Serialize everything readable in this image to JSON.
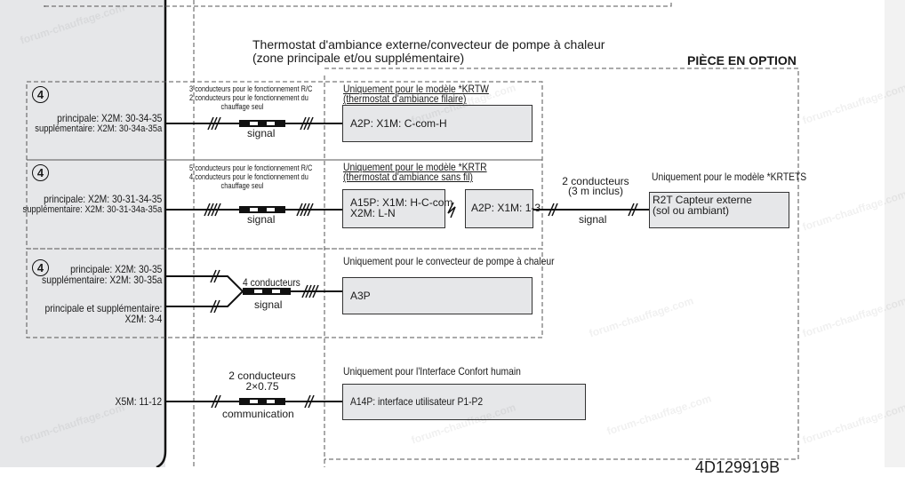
{
  "header": {
    "title_line1": "Thermostat d'ambiance externe/convecteur de pompe à chaleur",
    "title_line2": "(zone principale et/ou supplémentaire)",
    "optional_part": "PIÈCE EN OPTION"
  },
  "marker": "4",
  "rows": [
    {
      "terminal_main": "principale: X2M: 30-34-35",
      "terminal_extra": "supplémentaire: X2M: 30-34a-35a",
      "conductors": [
        "3 conducteurs pour le fonctionnement R/C",
        "2 conducteurs pour le fonctionnement du",
        "chauffage seul"
      ],
      "cable_label": "signal",
      "model_caption": [
        "Uniquement pour le modèle *KRTW",
        "(thermostat d'ambiance filaire)"
      ],
      "device": "A2P: X1M: C-com-H"
    },
    {
      "terminal_main": "principale: X2M: 30-31-34-35",
      "terminal_extra": "supplémentaire: X2M: 30-31-34a-35a",
      "conductors": [
        "5 conducteurs pour le fonctionnement R/C",
        "4 conducteurs pour le fonctionnement du",
        "chauffage seul"
      ],
      "cable_label": "signal",
      "model_caption": [
        "Uniquement pour le modèle *KRTR",
        "(thermostat d'ambiance sans fil)"
      ],
      "device_line1": "A15P: X1M: H-C-com",
      "device_line2": "X2M: L-N",
      "receiver": "A2P: X1M: 1-3",
      "sensor_conductors": [
        "2 conducteurs",
        "(3 m inclus)"
      ],
      "sensor_cable_label": "signal",
      "sensor_caption": "Uniquement pour le modèle *KRTETS",
      "sensor_line1": "R2T Capteur externe",
      "sensor_line2": "(sol ou ambiant)"
    },
    {
      "terminal_main": "principale: X2M: 30-35",
      "terminal_extra": "supplémentaire: X2M: 30-35a",
      "terminal_both_line1": "principale et supplémentaire:",
      "terminal_both_line2": "X2M: 3-4",
      "conductors": "4 conducteurs",
      "cable_label": "signal",
      "model_caption": "Uniquement pour le convecteur de pompe à chaleur",
      "device": "A3P"
    },
    {
      "terminal": "X5M: 11-12",
      "conductors": [
        "2 conducteurs",
        "2×0.75"
      ],
      "cable_label": "communication",
      "model_caption": "Uniquement pour l'Interface Confort humain",
      "device": "A14P: interface utilisateur P1-P2"
    }
  ],
  "drawing_number": "4D129919B",
  "watermark": "forum-chauffage.com",
  "colors": {
    "panel": "#e6e7e9",
    "line": "#1a1a1a",
    "box": "#e6e7e9"
  }
}
